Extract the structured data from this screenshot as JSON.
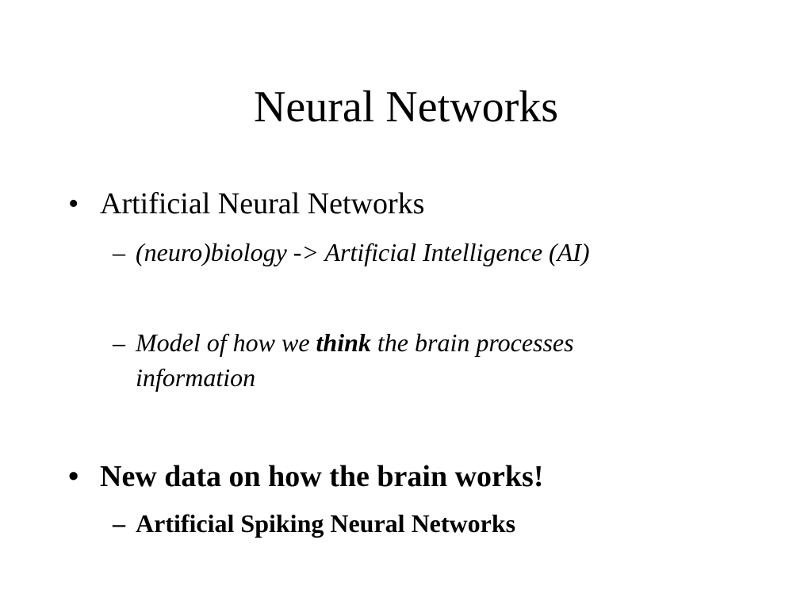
{
  "slide": {
    "title": "Neural Networks",
    "bullet_char": "•",
    "dash_char": "–",
    "bullets": [
      {
        "text": "Artificial Neural Networks",
        "subs": [
          {
            "text": "(neuro)biology -> Artificial Intelligence (AI)"
          },
          {
            "pre": "Model of how we ",
            "emph": "think",
            "post": " the brain processes",
            "cont": "information"
          }
        ]
      },
      {
        "text": "New data on how the brain works!",
        "subs": [
          {
            "text": "Artificial Spiking Neural Networks"
          }
        ]
      }
    ]
  }
}
